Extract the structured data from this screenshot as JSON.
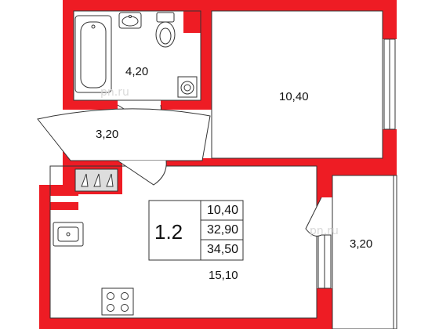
{
  "rooms": [
    {
      "id": "bathroom",
      "area": "4,20"
    },
    {
      "id": "room",
      "area": "10,40"
    },
    {
      "id": "hall",
      "area": "3,20"
    },
    {
      "id": "kitchen",
      "area": "15,10"
    },
    {
      "id": "balcony",
      "area": "3,20"
    }
  ],
  "summary": {
    "code": "1.2",
    "living_area": "10,40",
    "total_area": "32,90",
    "total_with_balcony": "34,50"
  },
  "watermark": {
    "site": "pn.ru"
  },
  "colors": {
    "wall": "#ee1c24",
    "line": "#333333",
    "background": "#ffffff"
  },
  "icons": [
    "bathtub-icon",
    "sink-icon",
    "toilet-icon",
    "washing-machine-icon",
    "boiler-icon",
    "kitchen-sink-icon",
    "stove-icon"
  ]
}
